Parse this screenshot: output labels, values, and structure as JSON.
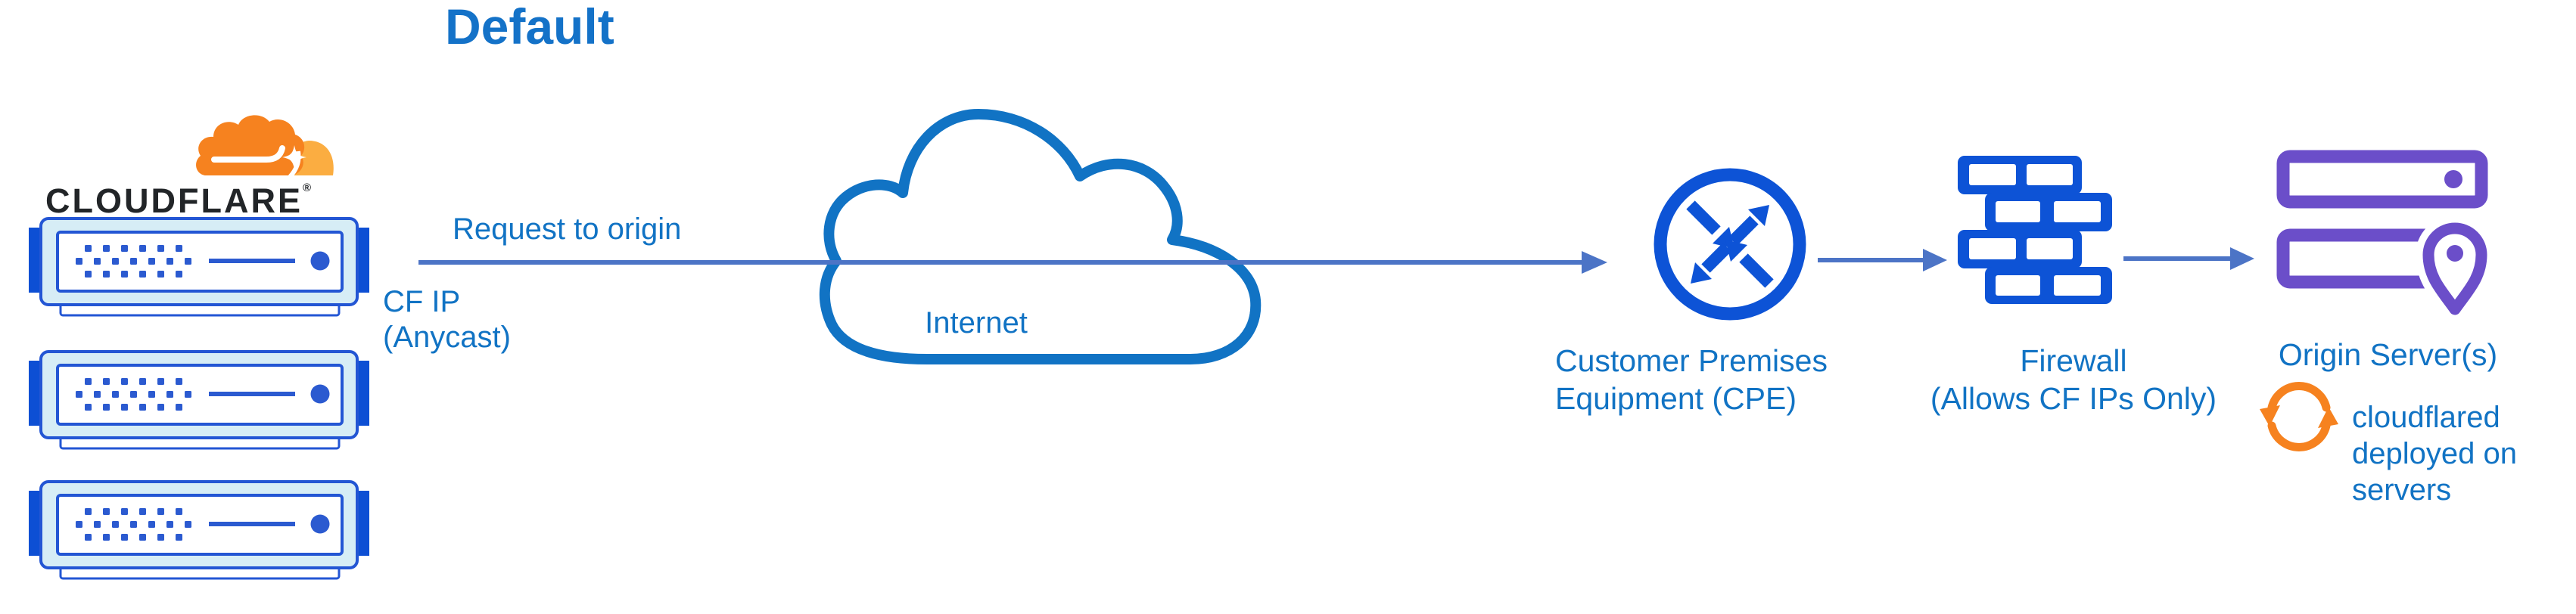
{
  "diagram_title": "Default",
  "brand": {
    "wordmark": "CLOUDFLARE",
    "registered_mark": "®",
    "logo_icon": "cloudflare-cloud-logo"
  },
  "nodes": {
    "cloudflare_edge": {
      "icon": "edge-server-rack",
      "servers_count": 3
    },
    "internet": {
      "label": "Internet",
      "icon": "internet-cloud-outline"
    },
    "cpe": {
      "label_line1": "Customer Premises",
      "label_line2": "Equipment (CPE)",
      "icon": "router-crossed-arrows"
    },
    "firewall": {
      "label_line1": "Firewall",
      "label_line2": "(Allows CF IPs Only)",
      "icon": "brick-wall"
    },
    "origin": {
      "label": "Origin Server(s)",
      "icon": "server-stack-with-location-pin"
    },
    "cloudflared": {
      "label_line1": "cloudflared",
      "label_line2": "deployed on",
      "label_line3": "servers",
      "icon": "sync-arrows"
    }
  },
  "edges": {
    "request_to_origin": {
      "label": "Request to origin",
      "sublabel_line1": "CF IP",
      "sublabel_line2": "(Anycast)",
      "direction": "left-to-right"
    },
    "cpe_to_firewall": {
      "label": ""
    },
    "firewall_to_origin": {
      "label": ""
    }
  },
  "colors": {
    "text_blue": "#1173c4",
    "title_blue": "#1472c8",
    "icon_royal_blue": "#0d53d6",
    "server_border_blue": "#2356d4",
    "server_tab_blue": "#0d4fd4",
    "server_fill_light_cyan": "#d6edf6",
    "server_detail_blue": "#2b5ad0",
    "arrow_slate_blue": "#4c74c6",
    "origin_purple": "#6b4ec9",
    "cf_orange": "#f6821f",
    "cf_orange_light": "#fbad41",
    "wordmark_black": "#222528",
    "background": "#ffffff"
  }
}
